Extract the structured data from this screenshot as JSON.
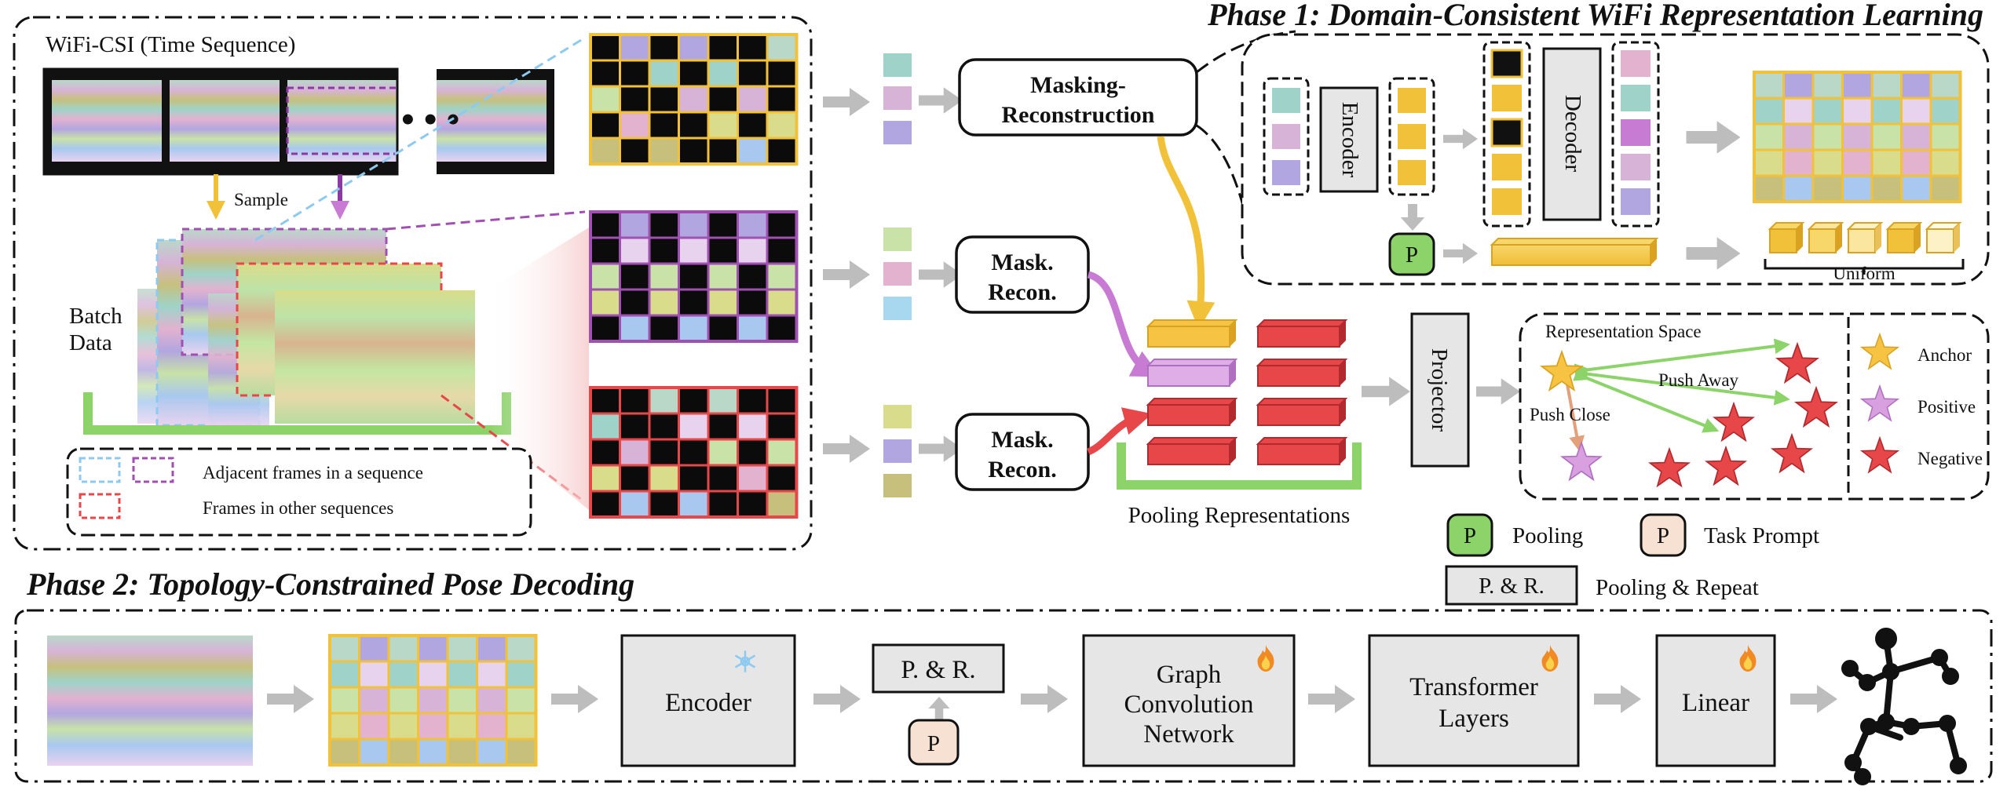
{
  "phase1": {
    "title": "Phase 1: Domain-Consistent WiFi Representation Learning",
    "wifi_csi_label": "WiFi-CSI (Time Sequence)",
    "sample_label": "Sample",
    "batch_label_line1": "Batch",
    "batch_label_line2": "Data",
    "legend_adjacent": "Adjacent frames in a sequence",
    "legend_other": "Frames in other sequences",
    "masking_reconstruction_line1": "Masking-",
    "masking_reconstruction_line2": "Reconstruction",
    "mask_recon_line1": "Mask.",
    "mask_recon_line2": "Recon.",
    "encoder_label": "Encoder",
    "decoder_label": "Decoder",
    "pooling_badge": "P",
    "uniform_label": "Uniform",
    "pooling_representations_label": "Pooling Representations",
    "projector_label": "Projector",
    "representation_space_label": "Representation Space",
    "push_away_label": "Push Away",
    "push_close_label": "Push Close",
    "legend_anchor": "Anchor",
    "legend_positive": "Positive",
    "legend_negative": "Negative",
    "key_pooling": "Pooling",
    "key_task_prompt": "Task Prompt",
    "key_pr_box": "P. & R.",
    "key_pooling_repeat": "Pooling & Repeat"
  },
  "phase2": {
    "title": "Phase 2: Topology-Constrained Pose Decoding",
    "encoder_label": "Encoder",
    "pr_label": "P. & R.",
    "prompt_badge": "P",
    "gcn_line1": "Graph",
    "gcn_line2": "Convolution",
    "gcn_line3": "Network",
    "transformer_line1": "Transformer",
    "transformer_line2": "Layers",
    "linear_label": "Linear"
  },
  "colors": {
    "yellow": "#f2c13a",
    "purple": "#c77bd3",
    "red": "#e8474a",
    "green": "#8cd36a",
    "blue": "#8ec9ef",
    "box_gray": "#e6e6e6",
    "prompt_peach": "#f7e1d2"
  }
}
